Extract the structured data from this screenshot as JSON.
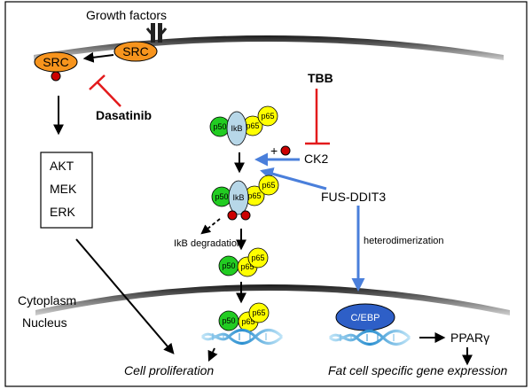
{
  "labels": {
    "growth_factors": "Growth factors",
    "src_left": "SRC",
    "src_right": "SRC",
    "dasatinib": "Dasatinib",
    "tbb": "TBB",
    "ck2": "CK2",
    "plus": "+",
    "fus_ddit3": "FUS-DDIT3",
    "heterodimerization": "heterodimerization",
    "akt": "AKT",
    "mek": "MEK",
    "erk": "ERK",
    "ikb_degradation": "IkB degradation",
    "cytoplasm": "Cytoplasm",
    "nucleus": "Nucleus",
    "cebp": "C/EBP",
    "ppar": "PPARγ",
    "cell_proliferation": "Cell proliferation",
    "fat_cell_expression": "Fat cell specific gene expression",
    "p50": "p50",
    "p65": "p65",
    "ikb": "IkB"
  },
  "colors": {
    "src_fill": "#f7941d",
    "phospho": "#cc0000",
    "inhibitor": "#e31a1c",
    "activation_blue": "#4a7fdb",
    "p50_green": "#22cc22",
    "p65_yellow": "#ffff00",
    "ikb_blue": "#b7d7e8",
    "cebp_blue": "#2e5fc7",
    "membrane_dark": "#333333",
    "membrane_light": "#bbbbbb"
  }
}
